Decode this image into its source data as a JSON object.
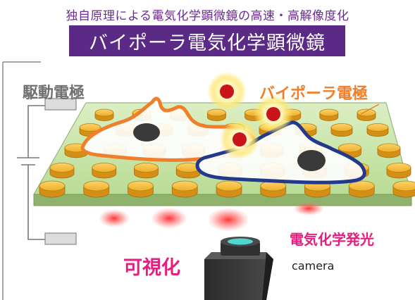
{
  "subtitle": "独自原理による電気化学顕微鏡の高速・高解像度化",
  "title": "バイポーラ電気化学顕微鏡",
  "labels": {
    "drive_electrode": "駆動電極",
    "bipolar_electrode": "バイポーラ電極",
    "electrochemiluminescence": "電気化学発光",
    "visualization": "可視化",
    "camera": "camera"
  },
  "colors": {
    "title_bg": "#5b2a86",
    "subtitle": "#6a2c8f",
    "substrate": "#cfe7b0",
    "electrode_gold": "#f2b431",
    "cell_orange": "#ef7f2a",
    "cell_blue": "#233a8c",
    "emission_red": "#d7141a",
    "accent_pink": "#e61e80"
  },
  "icons": [
    "camera-icon",
    "drive-electrode-terminal-icon",
    "luminescent-particle-icon",
    "cell-nucleus-icon"
  ]
}
